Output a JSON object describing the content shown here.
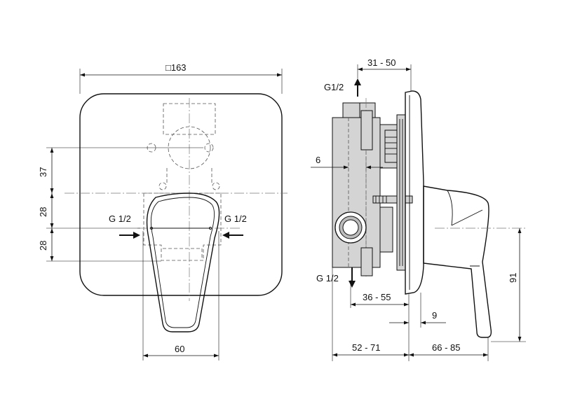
{
  "front_view": {
    "dim_width": "□163",
    "dim_37": "37",
    "dim_28_upper": "28",
    "dim_28_lower": "28",
    "dim_60": "60",
    "inlet_left": "G 1/2",
    "inlet_right": "G 1/2"
  },
  "side_view": {
    "outlet_top": "G1/2",
    "outlet_bottom": "G 1/2",
    "dim_31_50": "31 - 50",
    "dim_6": "6",
    "dim_36_55": "36 - 55",
    "dim_9": "9",
    "dim_52_71": "52 - 71",
    "dim_66_85": "66 - 85",
    "dim_91": "91"
  },
  "colors": {
    "line": "#111111",
    "body_fill": "#d4d4d4"
  }
}
